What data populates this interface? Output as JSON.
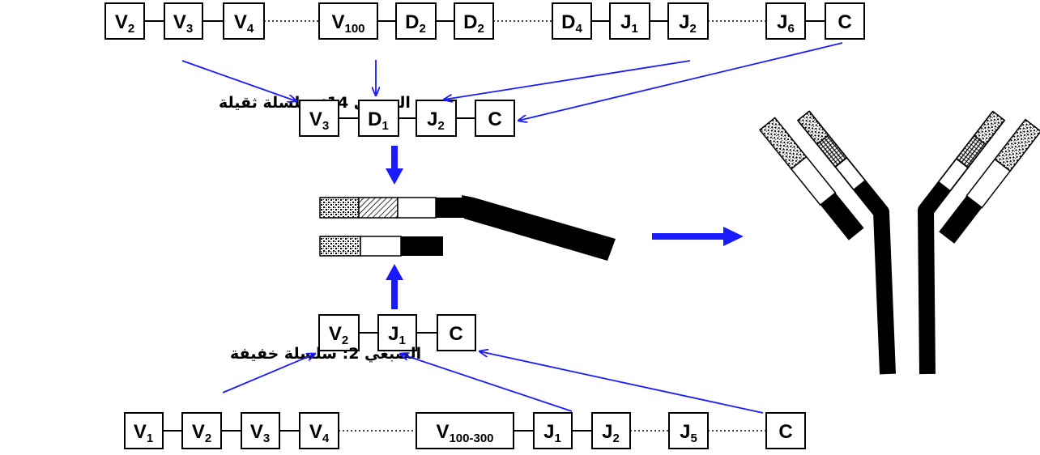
{
  "colors": {
    "arrow": "#1a1aff",
    "line": "#000000",
    "fill": "#ffffff",
    "constant": "#000000"
  },
  "heavy_germline": {
    "segments": [
      {
        "base": "V",
        "sub": "2"
      },
      {
        "base": "V",
        "sub": "3"
      },
      {
        "base": "V",
        "sub": "4"
      },
      {
        "base": "V",
        "sub": "100"
      },
      {
        "base": "D",
        "sub": "2"
      },
      {
        "base": "D",
        "sub": "2"
      },
      {
        "base": "D",
        "sub": "4"
      },
      {
        "base": "J",
        "sub": "1"
      },
      {
        "base": "J",
        "sub": "2"
      },
      {
        "base": "J",
        "sub": "6"
      },
      {
        "base": "C",
        "sub": ""
      }
    ]
  },
  "heavy_rearranged": {
    "label": "الصبغي 14: سلسلة ثقيلة",
    "segments": [
      {
        "base": "V",
        "sub": "3"
      },
      {
        "base": "D",
        "sub": "1"
      },
      {
        "base": "J",
        "sub": "2"
      },
      {
        "base": "C",
        "sub": ""
      }
    ]
  },
  "light_rearranged": {
    "label": "الصبغي 2: سلسلة خفيفة",
    "segments": [
      {
        "base": "V",
        "sub": "2"
      },
      {
        "base": "J",
        "sub": "1"
      },
      {
        "base": "C",
        "sub": ""
      }
    ]
  },
  "light_germline": {
    "segments": [
      {
        "base": "V",
        "sub": "1"
      },
      {
        "base": "V",
        "sub": "2"
      },
      {
        "base": "V",
        "sub": "3"
      },
      {
        "base": "V",
        "sub": "4"
      },
      {
        "base": "V",
        "sub": "100-300"
      },
      {
        "base": "J",
        "sub": "1"
      },
      {
        "base": "J",
        "sub": "2"
      },
      {
        "base": "J",
        "sub": "5"
      },
      {
        "base": "C",
        "sub": ""
      }
    ]
  }
}
